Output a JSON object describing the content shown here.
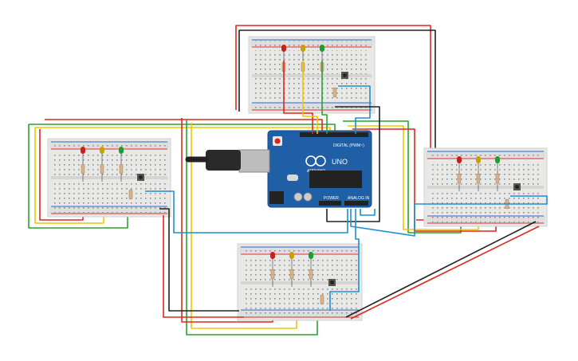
{
  "board": {
    "brand": "ARDUINO",
    "model": "UNO",
    "digital_label": "DIGITAL (PWM~)",
    "power_label": "POWER",
    "analog_label": "ANALOG IN"
  },
  "colors": {
    "red_wire": "#e0271f",
    "yellow_wire": "#f2c500",
    "green_wire": "#2fa12f",
    "black_wire": "#222222",
    "blue_wire": "#1d8fd1",
    "board_blue": "#1f5fa6",
    "led_red": "#c8201b",
    "led_yellow": "#c4a300",
    "led_green": "#18a030"
  },
  "breadboards": [
    {
      "id": "top",
      "leds": [
        "red",
        "yellow",
        "green"
      ]
    },
    {
      "id": "left",
      "leds": [
        "red",
        "yellow",
        "green"
      ]
    },
    {
      "id": "right",
      "leds": [
        "red",
        "yellow",
        "green"
      ]
    },
    {
      "id": "bottom",
      "leds": [
        "red",
        "yellow",
        "green"
      ]
    }
  ]
}
